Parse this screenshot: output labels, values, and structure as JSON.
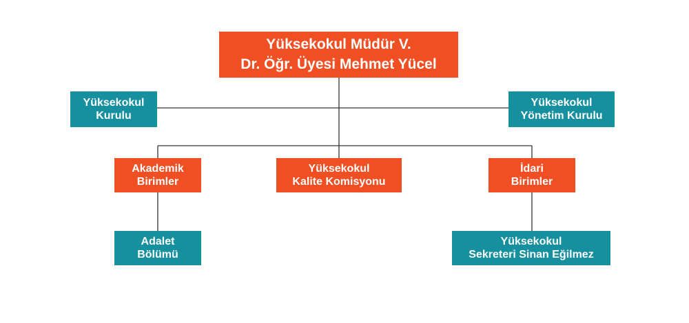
{
  "colors": {
    "primary": "#ef4f23",
    "secondary": "#168f9e",
    "connector": "#333333"
  },
  "nodes": {
    "director": "Yüksekokul Müdür V.\nDr. Öğr. Üyesi Mehmet Yücel",
    "board": "Yüksekokul\nKurulu",
    "executive_board": "Yüksekokul\nYönetim Kurulu",
    "academic_units": "Akademik\nBirimler",
    "quality_commission": "Yüksekokul\nKalite Komisyonu",
    "administrative_units": "İdari\nBirimler",
    "justice_department": "Adalet\nBölümü",
    "secretary": "Yüksekokul\nSekreteri Sinan Eğilmez"
  }
}
